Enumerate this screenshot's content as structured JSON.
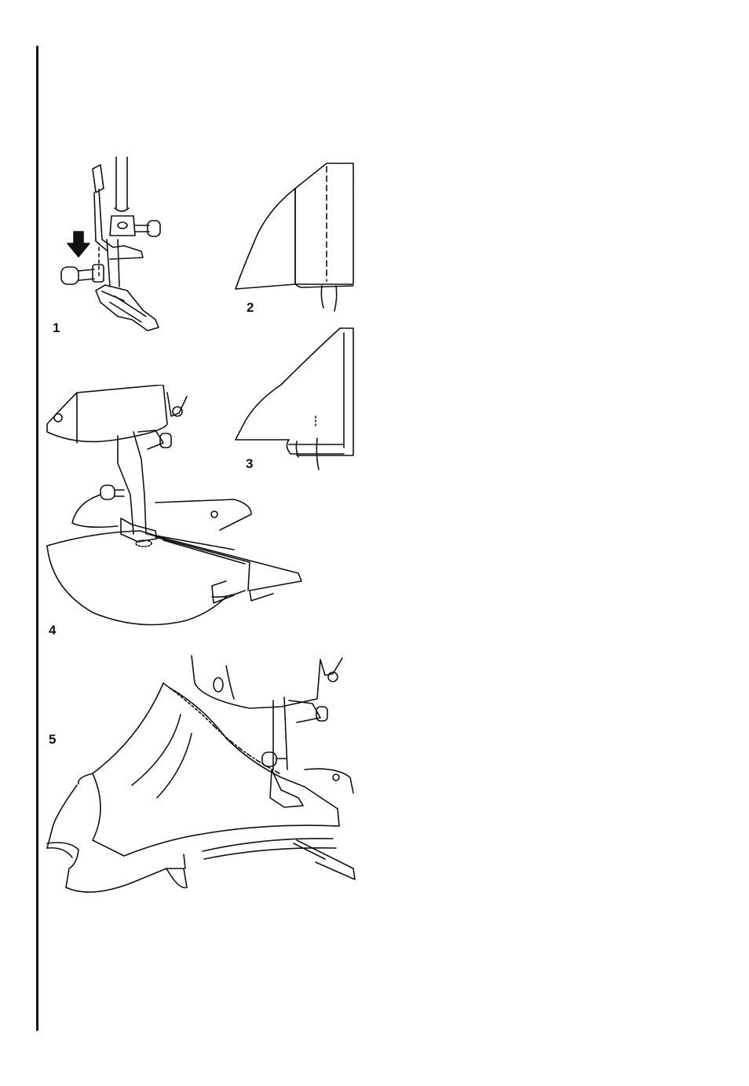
{
  "figures": [
    {
      "label": "1",
      "icon": "presser-foot-attach-icon"
    },
    {
      "label": "2",
      "icon": "fabric-fold-first-icon"
    },
    {
      "label": "3",
      "icon": "fabric-fold-second-icon"
    },
    {
      "label": "4",
      "icon": "hem-sewing-icon"
    },
    {
      "label": "5",
      "icon": "curved-hem-sewing-icon"
    }
  ],
  "colors": {
    "ink": "#111111",
    "paper": "#ffffff"
  }
}
